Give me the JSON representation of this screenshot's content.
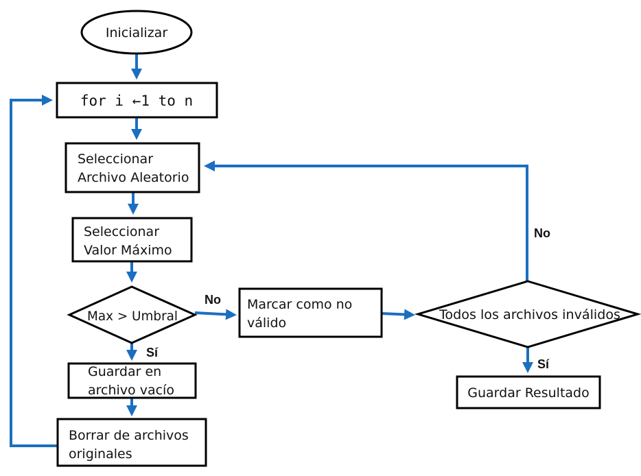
{
  "nodes": {
    "start": "Inicializar",
    "loop": "for i ←1 to n",
    "select_file_1": "Seleccionar",
    "select_file_2": "Archivo Aleatorio",
    "select_max_1": "Seleccionar",
    "select_max_2": "Valor Máximo",
    "decision_max": "Max > Umbral",
    "save_empty_1": "Guardar en",
    "save_empty_2": "archivo vacío",
    "delete_1": "Borrar de archivos",
    "delete_2": "originales",
    "mark_invalid_1": "Marcar como no",
    "mark_invalid_2": "válido",
    "decision_all": "Todos los archivos inválidos",
    "save_result": "Guardar Resultado"
  },
  "edge_labels": {
    "max_no": "No",
    "max_yes": "Sí",
    "all_no": "No",
    "all_yes": "Sí"
  },
  "colors": {
    "arrow": "#1B6FC0",
    "border": "#000000"
  }
}
